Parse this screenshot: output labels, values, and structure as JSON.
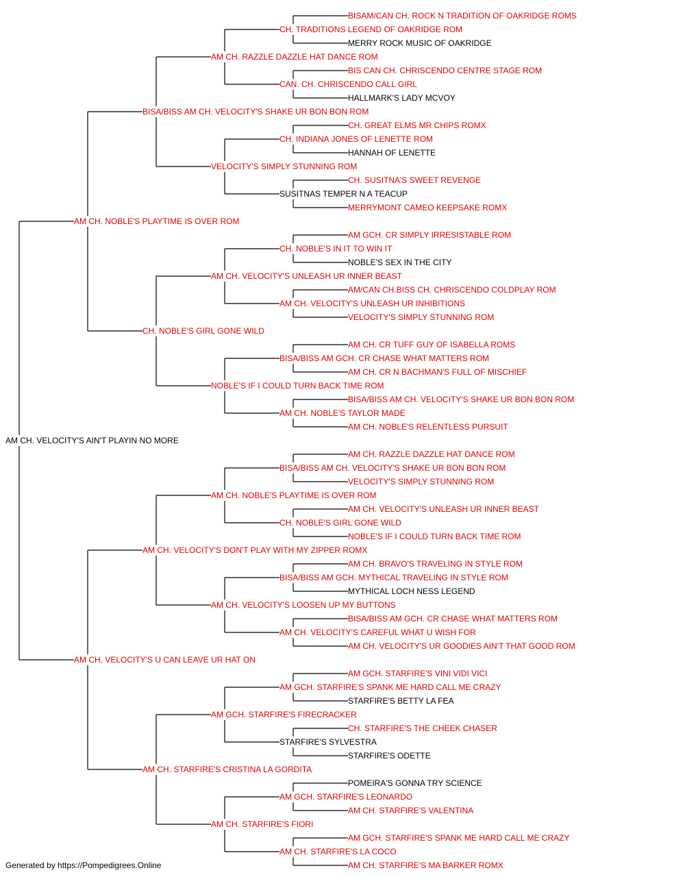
{
  "colors": {
    "titled": "#e00000",
    "untitled": "#000000",
    "line": "#000000"
  },
  "pedigree": {
    "name": "AM CH. VELOCITY'S AIN'T PLAYIN NO MORE",
    "titled": false,
    "sire": {
      "name": "AM CH. NOBLE'S PLAYTIME IS OVER ROM",
      "titled": true,
      "sire": {
        "name": "BISA/BISS AM CH. VELOCITY'S SHAKE UR BON BON ROM",
        "titled": true,
        "sire": {
          "name": "AM CH. RAZZLE DAZZLE HAT DANCE ROM",
          "titled": true,
          "sire": {
            "name": "CH. TRADITIONS LEGEND OF OAKRIDGE ROM",
            "titled": true,
            "sire": {
              "name": "BISAM/CAN CH. ROCK N TRADITION OF OAKRIDGE ROMS",
              "titled": true
            },
            "dam": {
              "name": "MERRY ROCK MUSIC OF OAKRIDGE",
              "titled": false
            }
          },
          "dam": {
            "name": "CAN. CH. CHRISCENDO CALL GIRL",
            "titled": true,
            "sire": {
              "name": "BIS CAN CH. CHRISCENDO CENTRE STAGE ROM",
              "titled": true
            },
            "dam": {
              "name": "HALLMARK'S LADY MCVOY",
              "titled": false
            }
          }
        },
        "dam": {
          "name": "VELOCITY'S SIMPLY STUNNING ROM",
          "titled": true,
          "sire": {
            "name": "CH. INDIANA JONES OF LENETTE ROM",
            "titled": true,
            "sire": {
              "name": "CH. GREAT ELMS MR CHIPS ROMX",
              "titled": true
            },
            "dam": {
              "name": "HANNAH OF LENETTE",
              "titled": false
            }
          },
          "dam": {
            "name": "SUSITNAS TEMPER N A TEACUP",
            "titled": false,
            "sire": {
              "name": "CH. SUSITNA'S SWEET REVENGE",
              "titled": true
            },
            "dam": {
              "name": "MERRYMONT CAMEO KEEPSAKE ROMX",
              "titled": true
            }
          }
        }
      },
      "dam": {
        "name": "CH. NOBLE'S GIRL GONE WILD",
        "titled": true,
        "sire": {
          "name": "AM CH. VELOCITY'S UNLEASH UR INNER BEAST",
          "titled": true,
          "sire": {
            "name": "CH. NOBLE'S IN IT TO WIN IT",
            "titled": true,
            "sire": {
              "name": "AM GCH. CR SIMPLY IRRESISTABLE ROM",
              "titled": true
            },
            "dam": {
              "name": "NOBLE'S SEX IN THE CITY",
              "titled": false
            }
          },
          "dam": {
            "name": "AM CH. VELOCITY'S UNLEASH UR INHIBITIONS",
            "titled": true,
            "sire": {
              "name": "AM/CAN CH.BISS CH. CHRISCENDO COLDPLAY ROM",
              "titled": true
            },
            "dam": {
              "name": "VELOCITY'S SIMPLY STUNNING ROM",
              "titled": true
            }
          }
        },
        "dam": {
          "name": "NOBLE'S IF I COULD TURN BACK TIME ROM",
          "titled": true,
          "sire": {
            "name": "BISA/BISS AM GCH. CR CHASE WHAT MATTERS ROM",
            "titled": true,
            "sire": {
              "name": "AM CH. CR TUFF GUY OF ISABELLA ROMS",
              "titled": true
            },
            "dam": {
              "name": "AM CH. CR N BACHMAN'S FULL OF MISCHIEF",
              "titled": true
            }
          },
          "dam": {
            "name": "AM CH. NOBLE'S TAYLOR MADE",
            "titled": true,
            "sire": {
              "name": "BISA/BISS AM CH. VELOCITY'S SHAKE UR BON BON ROM",
              "titled": true
            },
            "dam": {
              "name": "AM CH. NOBLE'S RELENTLESS PURSUIT",
              "titled": true
            }
          }
        }
      }
    },
    "dam": {
      "name": "AM CH. VELOCITY'S U CAN LEAVE UR HAT ON",
      "titled": true,
      "sire": {
        "name": "AM CH. VELOCITY'S DON'T PLAY WITH MY ZIPPER ROMX",
        "titled": true,
        "sire": {
          "name": "AM CH. NOBLE'S PLAYTIME IS OVER ROM",
          "titled": true,
          "sire": {
            "name": "BISA/BISS AM CH. VELOCITY'S SHAKE UR BON BON ROM",
            "titled": true,
            "sire": {
              "name": "AM CH. RAZZLE DAZZLE HAT DANCE ROM",
              "titled": true
            },
            "dam": {
              "name": "VELOCITY'S SIMPLY STUNNING ROM",
              "titled": true
            }
          },
          "dam": {
            "name": "CH. NOBLE'S GIRL GONE WILD",
            "titled": true,
            "sire": {
              "name": "AM CH. VELOCITY'S UNLEASH UR INNER BEAST",
              "titled": true
            },
            "dam": {
              "name": "NOBLE'S IF I COULD TURN BACK TIME ROM",
              "titled": true
            }
          }
        },
        "dam": {
          "name": "AM CH. VELOCITY'S LOOSEN UP MY BUTTONS",
          "titled": true,
          "sire": {
            "name": "BISA/BISS AM GCH. MYTHICAL TRAVELING IN STYLE ROM",
            "titled": true,
            "sire": {
              "name": "AM CH. BRAVO'S TRAVELING IN STYLE ROM",
              "titled": true
            },
            "dam": {
              "name": "MYTHICAL LOCH NESS LEGEND",
              "titled": false
            }
          },
          "dam": {
            "name": "AM CH. VELOCITY'S CAREFUL WHAT U WISH FOR",
            "titled": true,
            "sire": {
              "name": "BISA/BISS AM GCH. CR CHASE WHAT MATTERS ROM",
              "titled": true
            },
            "dam": {
              "name": "AM CH. VELOCITY'S UR GOODIES AIN'T THAT GOOD ROM",
              "titled": true
            }
          }
        }
      },
      "dam": {
        "name": "AM CH. STARFIRE'S CRISTINA LA GORDITA",
        "titled": true,
        "sire": {
          "name": "AM GCH. STARFIRE'S FIRECRACKER",
          "titled": true,
          "sire": {
            "name": "AM GCH. STARFIRE'S SPANK ME HARD CALL ME CRAZY",
            "titled": true,
            "sire": {
              "name": "AM GCH. STARFIRE'S VINI VIDI VICI",
              "titled": true
            },
            "dam": {
              "name": "STARFIRE'S BETTY LA FEA",
              "titled": false
            }
          },
          "dam": {
            "name": "STARFIRE'S SYLVESTRA",
            "titled": false,
            "sire": {
              "name": "CH. STARFIRE'S THE CHEEK CHASER",
              "titled": true
            },
            "dam": {
              "name": "STARFIRE'S ODETTE",
              "titled": false
            }
          }
        },
        "dam": {
          "name": "AM CH. STARFIRE'S FIORI",
          "titled": true,
          "sire": {
            "name": "AM GCH. STARFIRE'S LEONARDO",
            "titled": true,
            "sire": {
              "name": "POMEIRA'S GONNA TRY SCIENCE",
              "titled": false
            },
            "dam": {
              "name": "AM CH. STARFIRE'S VALENTINA",
              "titled": true
            }
          },
          "dam": {
            "name": "AM CH. STARFIRE'S LA COCO",
            "titled": true,
            "sire": {
              "name": "AM GCH. STARFIRE'S SPANK ME HARD CALL ME CRAZY",
              "titled": true
            },
            "dam": {
              "name": "AM CH. STARFIRE'S MA BARKER ROMX",
              "titled": true
            }
          }
        }
      }
    }
  },
  "footer": "Generated by https://Pompedigrees.Online"
}
